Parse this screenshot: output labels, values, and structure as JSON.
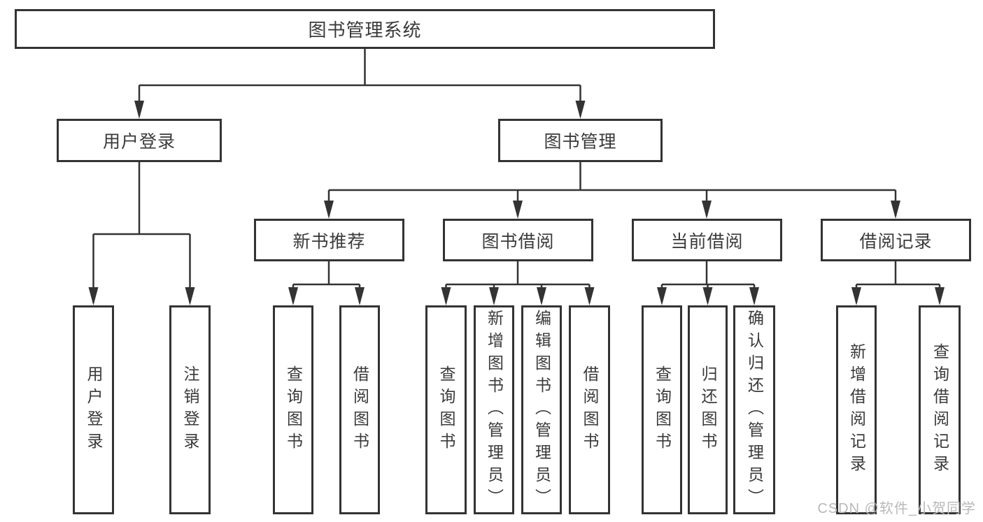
{
  "tree": {
    "label": "图书管理系统",
    "children": [
      {
        "label": "用户登录",
        "children": [
          {
            "label": "用户登录"
          },
          {
            "label": "注销登录"
          }
        ]
      },
      {
        "label": "图书管理",
        "children": [
          {
            "label": "新书推荐",
            "children": [
              {
                "label": "查询图书"
              },
              {
                "label": "借阅图书"
              }
            ]
          },
          {
            "label": "图书借阅",
            "children": [
              {
                "label": "查询图书"
              },
              {
                "label": "新增图书（管理员）"
              },
              {
                "label": "编辑图书（管理员）"
              },
              {
                "label": "借阅图书"
              }
            ]
          },
          {
            "label": "当前借阅",
            "children": [
              {
                "label": "查询图书"
              },
              {
                "label": "归还图书"
              },
              {
                "label": "确认归还（管理员）"
              }
            ]
          },
          {
            "label": "借阅记录",
            "children": [
              {
                "label": "新增借阅记录"
              },
              {
                "label": "查询借阅记录"
              }
            ]
          }
        ]
      }
    ]
  },
  "watermark": "CSDN @软件_小贺同学",
  "colors": {
    "line": "#333333",
    "text": "#3a3a3a",
    "background": "#ffffff",
    "watermark": "#b9b9b9"
  }
}
